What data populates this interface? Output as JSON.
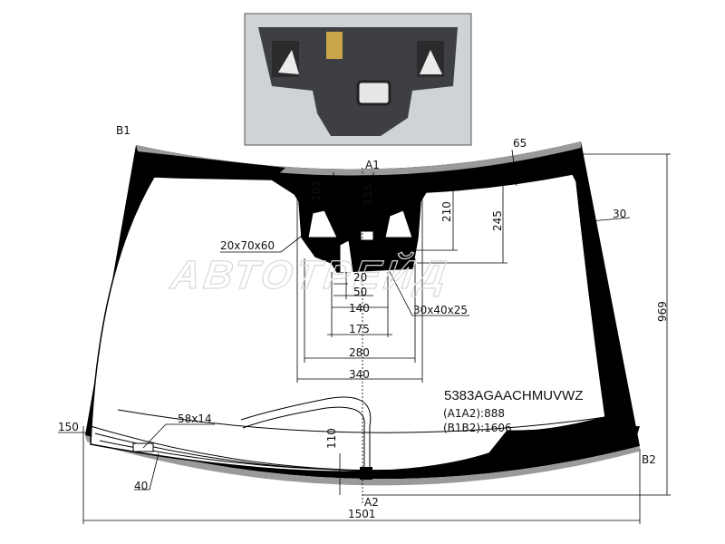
{
  "part_code": "5383AGAACHMUVWZ",
  "measurements": {
    "a1a2": "(A1A2):888",
    "b1b2": "(B1B2):1606"
  },
  "points": {
    "a1": "A1",
    "a2": "A2",
    "b1": "B1",
    "b2": "B2"
  },
  "dimensions": {
    "d65": "65",
    "d30": "30",
    "d969": "969",
    "d1501": "1501",
    "d105": "105",
    "d155": "155",
    "d210": "210",
    "d245": "245",
    "d20": "20",
    "d50": "50",
    "d140": "140",
    "d175": "175",
    "d280": "280",
    "d340": "340",
    "d110": "110",
    "d150": "150",
    "d40": "40",
    "bracket": "20x70x60",
    "sensor": "30x40x25",
    "pad": "58x14"
  },
  "watermark": "АВТОТРЕЙД",
  "colors": {
    "print": "#000000",
    "edge": "#8a8a8a",
    "photo_bg": "#c9cdd1"
  }
}
